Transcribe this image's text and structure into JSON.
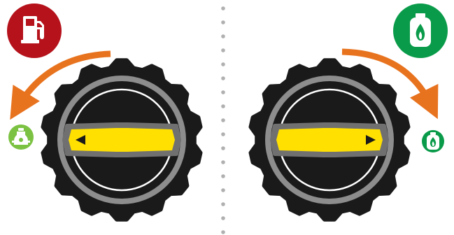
{
  "colors": {
    "background": "#ffffff",
    "divider_dots": "#b0b0b0",
    "fuel_badge": "#b5121b",
    "gas_badge": "#0a9b4a",
    "arrow": "#e8731f",
    "small_left_icon": "#7cc242",
    "small_right_icon": "#0a9b4a",
    "knob_dark": "#1a1a1a",
    "knob_ring": "#8d8d8d",
    "handle_fill": "#ffe000",
    "handle_outline": "#707070"
  },
  "left_panel": {
    "badge_icon": "fuel-pump-icon",
    "arrow_direction": "counterclockwise",
    "target_icon": "lpg-cylinder-icon",
    "handle_pointer": "left"
  },
  "right_panel": {
    "badge_icon": "gas-cylinder-icon",
    "arrow_direction": "clockwise",
    "target_icon": "gas-cylinder-icon",
    "handle_pointer": "right"
  }
}
